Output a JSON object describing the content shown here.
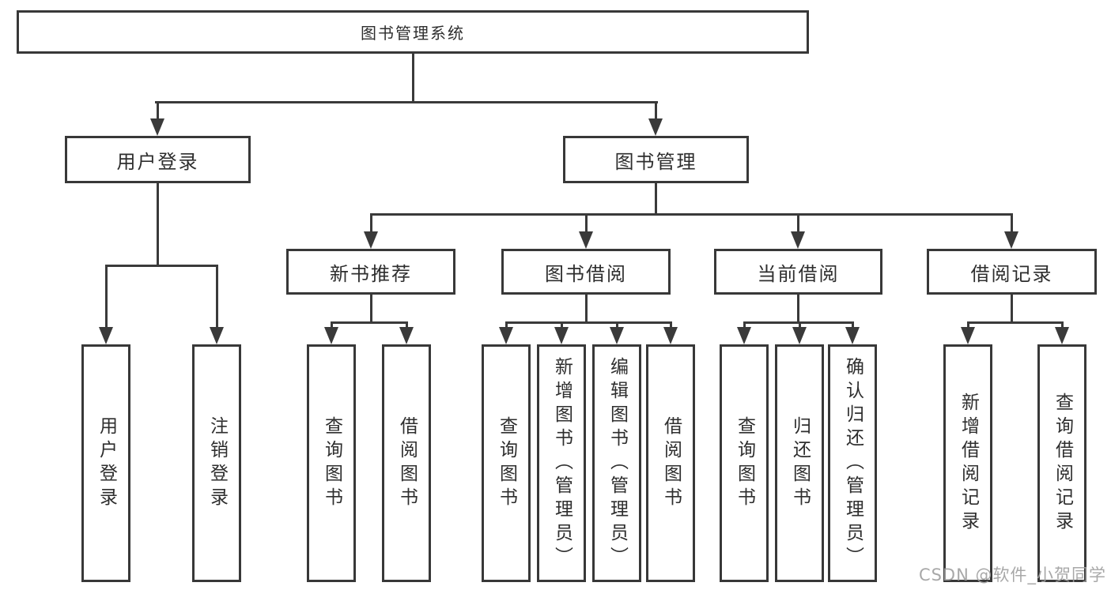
{
  "diagram": {
    "watermark": "CSDN @软件_小贺同学",
    "line_color": "#3a3a3a",
    "tree": {
      "label": "图书管理系统",
      "children": [
        {
          "label": "用户登录",
          "children": [
            {
              "label": "用户登录"
            },
            {
              "label": "注销登录"
            }
          ]
        },
        {
          "label": "图书管理",
          "children": [
            {
              "label": "新书推荐",
              "children": [
                {
                  "label": "查询图书"
                },
                {
                  "label": "借阅图书"
                }
              ]
            },
            {
              "label": "图书借阅",
              "children": [
                {
                  "label": "查询图书"
                },
                {
                  "label": "新增图书（管理员）"
                },
                {
                  "label": "编辑图书（管理员）"
                },
                {
                  "label": "借阅图书"
                }
              ]
            },
            {
              "label": "当前借阅",
              "children": [
                {
                  "label": "查询图书"
                },
                {
                  "label": "归还图书"
                },
                {
                  "label": "确认归还（管理员）"
                }
              ]
            },
            {
              "label": "借阅记录",
              "children": [
                {
                  "label": "新增借阅记录"
                },
                {
                  "label": "查询借阅记录"
                }
              ]
            }
          ]
        }
      ]
    }
  }
}
